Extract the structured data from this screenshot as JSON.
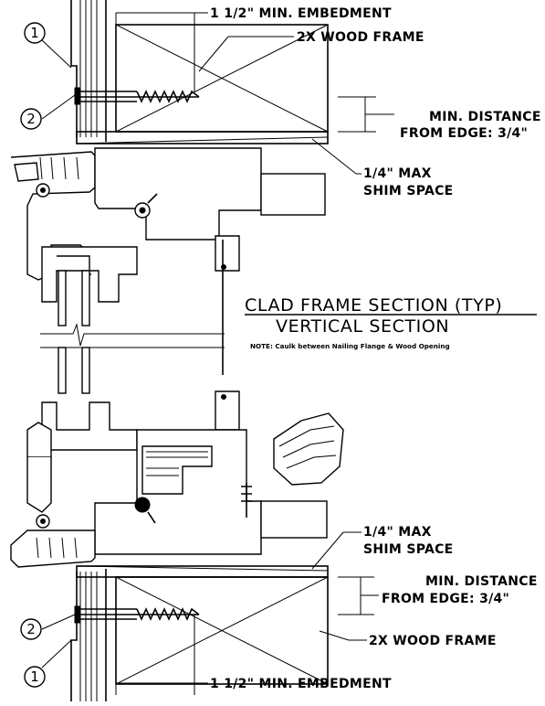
{
  "labels": {
    "embedment_top": "1 1/2\" MIN. EMBEDMENT",
    "wood_frame_top": "2X WOOD FRAME",
    "min_distance_top_1": "MIN. DISTANCE",
    "min_distance_top_2": "FROM EDGE: 3/4\"",
    "shim_top_1": "1/4\" MAX",
    "shim_top_2": "SHIM SPACE",
    "shim_bottom_1": "1/4\" MAX",
    "shim_bottom_2": "SHIM SPACE",
    "min_distance_bottom_1": "MIN. DISTANCE",
    "min_distance_bottom_2": "FROM EDGE: 3/4\"",
    "wood_frame_bottom": "2X WOOD FRAME",
    "embedment_bottom": "1 1/2\" MIN. EMBEDMENT"
  },
  "title": {
    "line1": "CLAD FRAME SECTION (TYP)",
    "line2": "VERTICAL SECTION",
    "note": "NOTE: Caulk between Nailing Flange & Wood Opening"
  },
  "callouts": {
    "top_1": "1",
    "top_2": "2",
    "bottom_2": "2",
    "bottom_1": "1"
  }
}
